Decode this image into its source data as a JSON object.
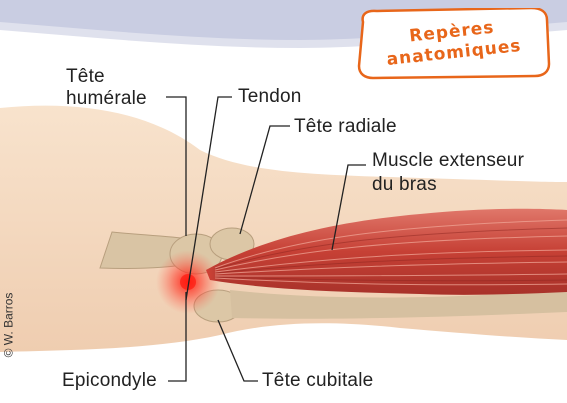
{
  "badge": {
    "line1": "Repères",
    "line2": "anatomiques"
  },
  "labels": {
    "tete_humerale_1": "Tête",
    "tete_humerale_2": "humérale",
    "tendon": "Tendon",
    "tete_radiale": "Tête radiale",
    "muscle_1": "Muscle extenseur",
    "muscle_2": "du bras",
    "epicondyle": "Epicondyle",
    "tete_cubitale": "Tête cubitale"
  },
  "credit": "© W. Barros",
  "colors": {
    "background_band": "#cfd3e6",
    "skin": "#f5dcc2",
    "bone": "#d9c4a4",
    "muscle": "#c94a3f",
    "pain": "#ff2a1a",
    "badge_orange": "#e8661a",
    "leader_line": "#222222"
  }
}
